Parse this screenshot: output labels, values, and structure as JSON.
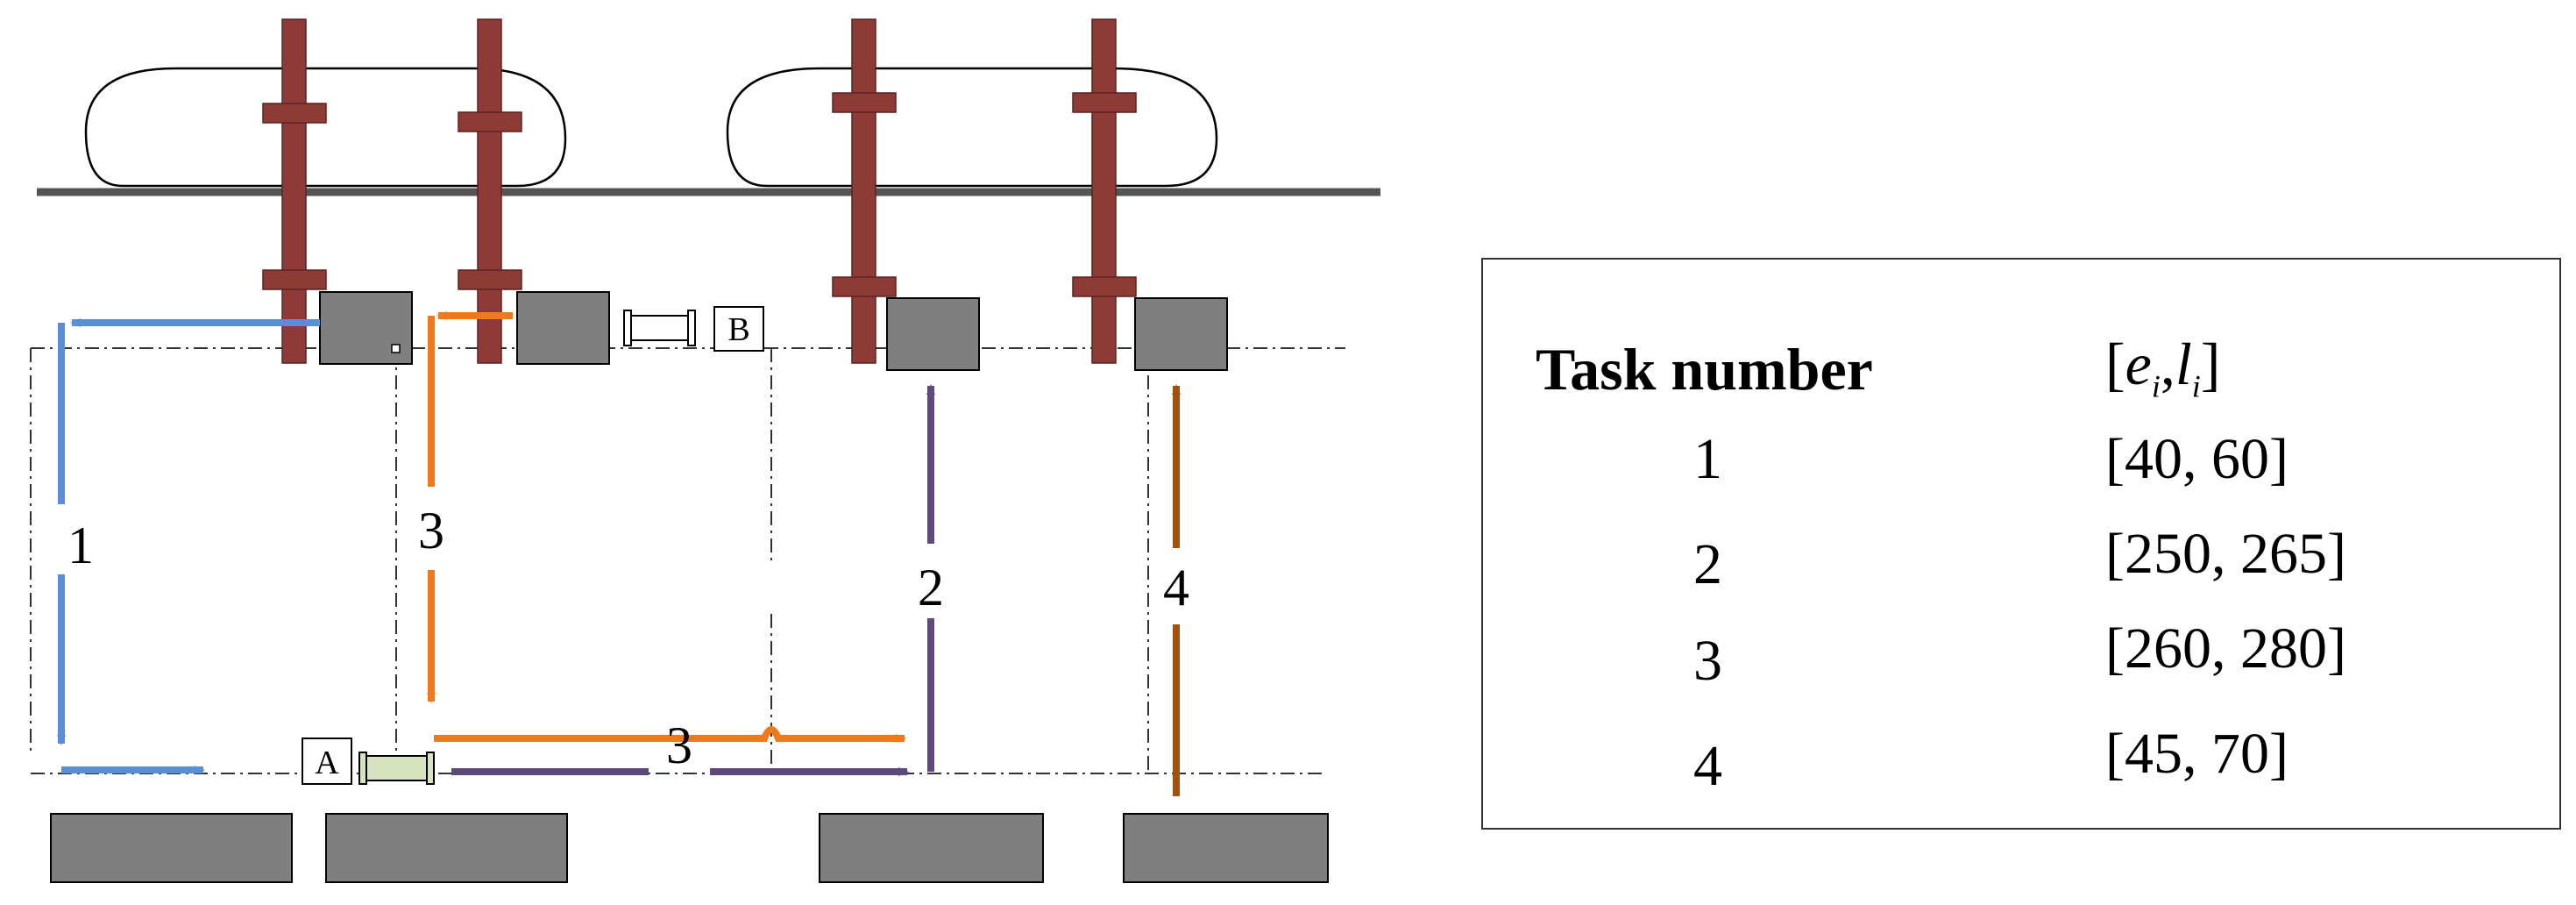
{
  "markers": {
    "a": "A",
    "b": "B"
  },
  "route_labels": [
    "1",
    "2",
    "3",
    "3",
    "4"
  ],
  "colors": {
    "crane": "#8e3a36",
    "blue": "#5a8fd4",
    "orange": "#ef7a1c",
    "purple": "#5e4a7a",
    "brown": "#a2500e",
    "block": "#7f7f7f"
  },
  "table": {
    "header_task": "Task number",
    "header_window_bracket_open": "[",
    "header_window_e": "e",
    "header_window_i1": "i",
    "header_window_comma": ",",
    "header_window_l": "l",
    "header_window_i2": "i",
    "header_window_bracket_close": "]",
    "rows": [
      {
        "task": "1",
        "window": "[40, 60]"
      },
      {
        "task": "2",
        "window": "[250, 265]"
      },
      {
        "task": "3",
        "window": "[260, 280]"
      },
      {
        "task": "4",
        "window": "[45, 70]"
      }
    ]
  }
}
